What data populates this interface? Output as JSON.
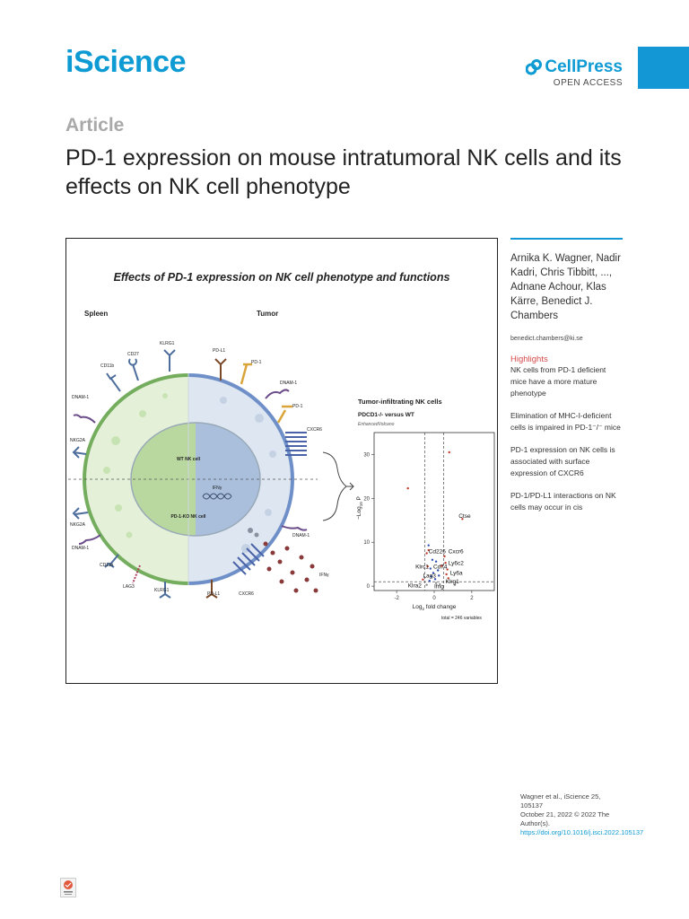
{
  "header": {
    "journal": "iScience",
    "publisher": "CellPress",
    "publisher_sub": "OPEN ACCESS",
    "publisher_icon": "cellpress-logo-icon",
    "accent_color": "#1498d5"
  },
  "article": {
    "type": "Article",
    "title": "PD-1 expression on mouse intratumoral NK cells and its effects on NK cell phenotype"
  },
  "figure": {
    "title": "Effects of PD-1 expression on NK cell phenotype and functions",
    "left_label": "Spleen",
    "right_label": "Tumor",
    "wt_cell": "WT NK cell",
    "ko_cell": "PD-1-KO NK cell",
    "center_label": "IFNγ",
    "secreted_label": "IFNγ",
    "receptors_left": [
      "KLRG1",
      "CD27",
      "CD11b",
      "DNAM-1",
      "NKG2A",
      "NKG2A",
      "DNAM-1",
      "CD11b",
      "LAG3",
      "KLRG1"
    ],
    "receptors_right": [
      "PD-L1",
      "PD-1",
      "DNAM-1",
      "PD-1",
      "CXCR6",
      "DNAM-1",
      "CXCR6",
      "PD-L1"
    ],
    "plot_title": "Tumor-infiltrating NK cells",
    "plot_subtitle": "PDCD1-/- versus WT",
    "plot_caption": "EnhancedVolcano",
    "plot_footer": "total = 246 variables"
  },
  "chart_data": {
    "type": "scatter",
    "title": "Tumor-infiltrating NK cells",
    "subtitle": "PDCD1-/- versus WT",
    "xlabel": "Log2 fold change",
    "ylabel": "-Log10 P",
    "xlim": [
      -3.2,
      3.2
    ],
    "ylim": [
      -1,
      35
    ],
    "xticks": [
      -2,
      0,
      2
    ],
    "yticks": [
      0,
      10,
      20,
      30
    ],
    "thresholds": {
      "fc": [
        -0.5,
        0.5
      ],
      "p": 1
    },
    "points": [
      {
        "x": -1.4,
        "y": 22.3,
        "c": "sig"
      },
      {
        "x": 0.8,
        "y": 30.5,
        "c": "sig"
      },
      {
        "x": 1.5,
        "y": 15.3,
        "c": "sig"
      },
      {
        "x": -0.4,
        "y": 7.5,
        "c": "sig"
      },
      {
        "x": -0.3,
        "y": 8.2,
        "c": "sig"
      },
      {
        "x": 0.55,
        "y": 6.8,
        "c": "sig"
      },
      {
        "x": 0.6,
        "y": 5.3,
        "c": "sig"
      },
      {
        "x": 0.4,
        "y": 4.6,
        "c": "sig"
      },
      {
        "x": -0.35,
        "y": 4.5,
        "c": "sig"
      },
      {
        "x": 0.7,
        "y": 3.8,
        "c": "sig"
      },
      {
        "x": 0.65,
        "y": 2.7,
        "c": "sig"
      },
      {
        "x": 0.75,
        "y": 1.8,
        "c": "sig"
      },
      {
        "x": -0.6,
        "y": 1.5,
        "c": "sig"
      },
      {
        "x": -0.3,
        "y": 9.3,
        "c": "p"
      },
      {
        "x": -0.1,
        "y": 6.0,
        "c": "p"
      },
      {
        "x": 0.1,
        "y": 5.6,
        "c": "p"
      },
      {
        "x": -0.2,
        "y": 4.0,
        "c": "p"
      },
      {
        "x": 0.2,
        "y": 3.6,
        "c": "p"
      },
      {
        "x": -0.05,
        "y": 3.0,
        "c": "p"
      },
      {
        "x": 0.25,
        "y": 2.4,
        "c": "p"
      },
      {
        "x": -0.15,
        "y": 2.2,
        "c": "p"
      },
      {
        "x": 0.05,
        "y": 1.6,
        "c": "p"
      },
      {
        "x": -0.25,
        "y": 1.2,
        "c": "p"
      },
      {
        "x": 0.3,
        "y": 0.4,
        "c": "ns"
      },
      {
        "x": -0.4,
        "y": 0.3,
        "c": "ns"
      },
      {
        "x": 0.1,
        "y": 0.7,
        "c": "ns"
      },
      {
        "x": 1.1,
        "y": 0.3,
        "c": "ns"
      }
    ],
    "labels": [
      {
        "text": "Ctse",
        "x": 1.3,
        "y": 15.6
      },
      {
        "text": "Cd226",
        "x": -0.3,
        "y": 7.5
      },
      {
        "text": "Cxcr6",
        "x": 0.75,
        "y": 7.5
      },
      {
        "text": "Ly6c2",
        "x": 0.75,
        "y": 4.8
      },
      {
        "text": "Klrc1",
        "x": -1.0,
        "y": 4.0
      },
      {
        "text": "Cd74",
        "x": -0.05,
        "y": 4.0
      },
      {
        "text": "Ly6a",
        "x": 0.85,
        "y": 2.6
      },
      {
        "text": "Lag3",
        "x": -0.6,
        "y": 2.0
      },
      {
        "text": "Klrg1",
        "x": 0.6,
        "y": 0.6
      },
      {
        "text": "Klra2",
        "x": -1.4,
        "y": -0.3
      },
      {
        "text": "Ifng",
        "x": 0.0,
        "y": -0.5
      }
    ]
  },
  "sidebar": {
    "authors": "Arnika K. Wagner, Nadir Kadri, Chris Tibbitt, ..., Adnane Achour, Klas Kärre, Benedict J. Chambers",
    "email": "benedict.chambers@ki.se",
    "highlights_heading": "Highlights",
    "highlights": [
      "NK cells from PD-1 deficient mice have a more mature phenotype",
      "Elimination of MHC-I-deficient cells is impaired in PD-1⁻/⁻ mice",
      "PD-1 expression on NK cells is associated with surface expression of CXCR6",
      "PD-1/PD-L1 interactions on NK cells may occur in cis"
    ]
  },
  "citation": {
    "text": "Wagner et al., iScience 25, 105137",
    "date": "October 21, 2022 © 2022 The Author(s).",
    "doi": "https://doi.org/10.1016/j.isci.2022.105137"
  },
  "footer": {
    "icon": "crossmark-icon"
  }
}
